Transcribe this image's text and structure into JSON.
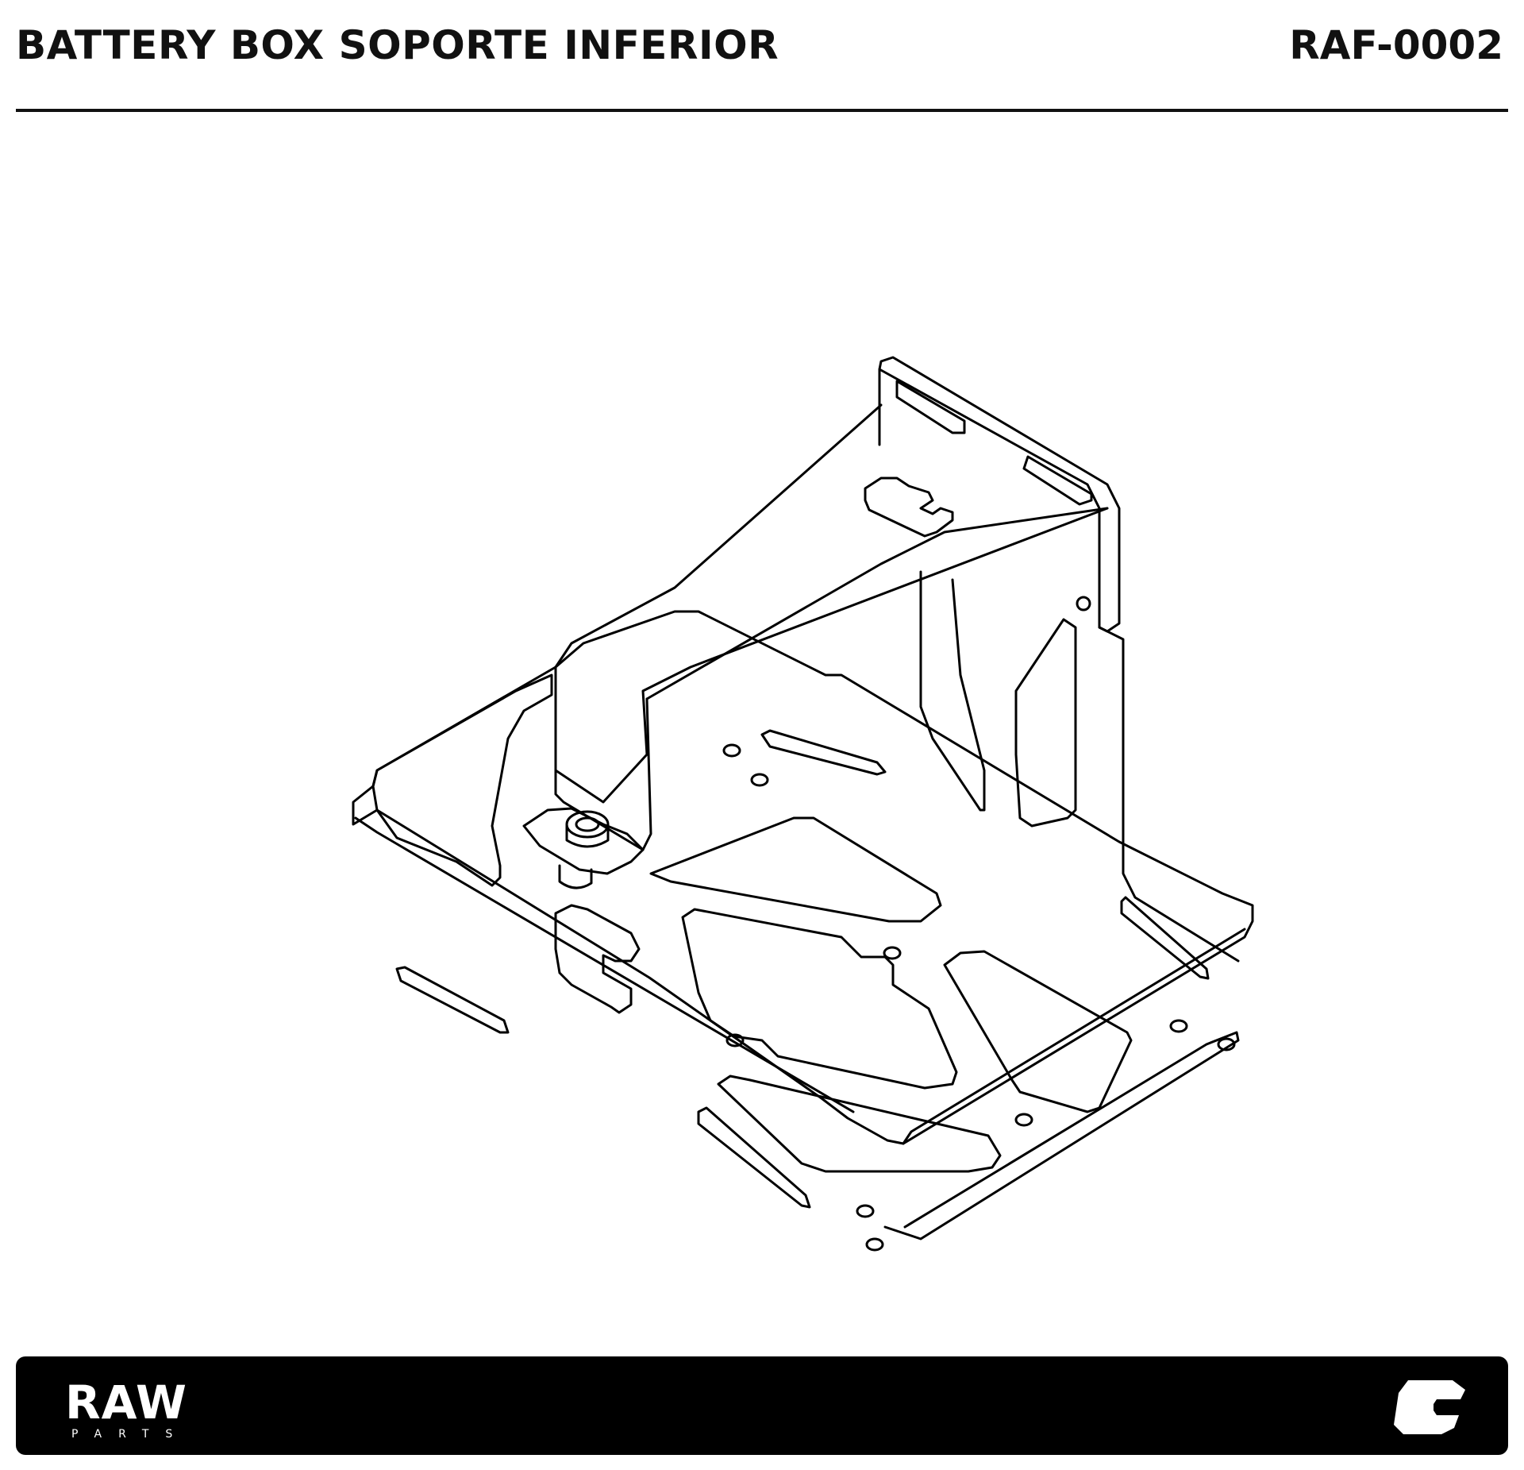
{
  "header": {
    "title": "BATTERY BOX SOPORTE INFERIOR",
    "part_code": "RAF-0002"
  },
  "drawing": {
    "subject": "bracket-icon"
  },
  "footer": {
    "brand_main": "RAW",
    "brand_sub": "PARTS",
    "logo_icon": "c-logo-icon",
    "background": "#000000",
    "foreground": "#ffffff"
  }
}
